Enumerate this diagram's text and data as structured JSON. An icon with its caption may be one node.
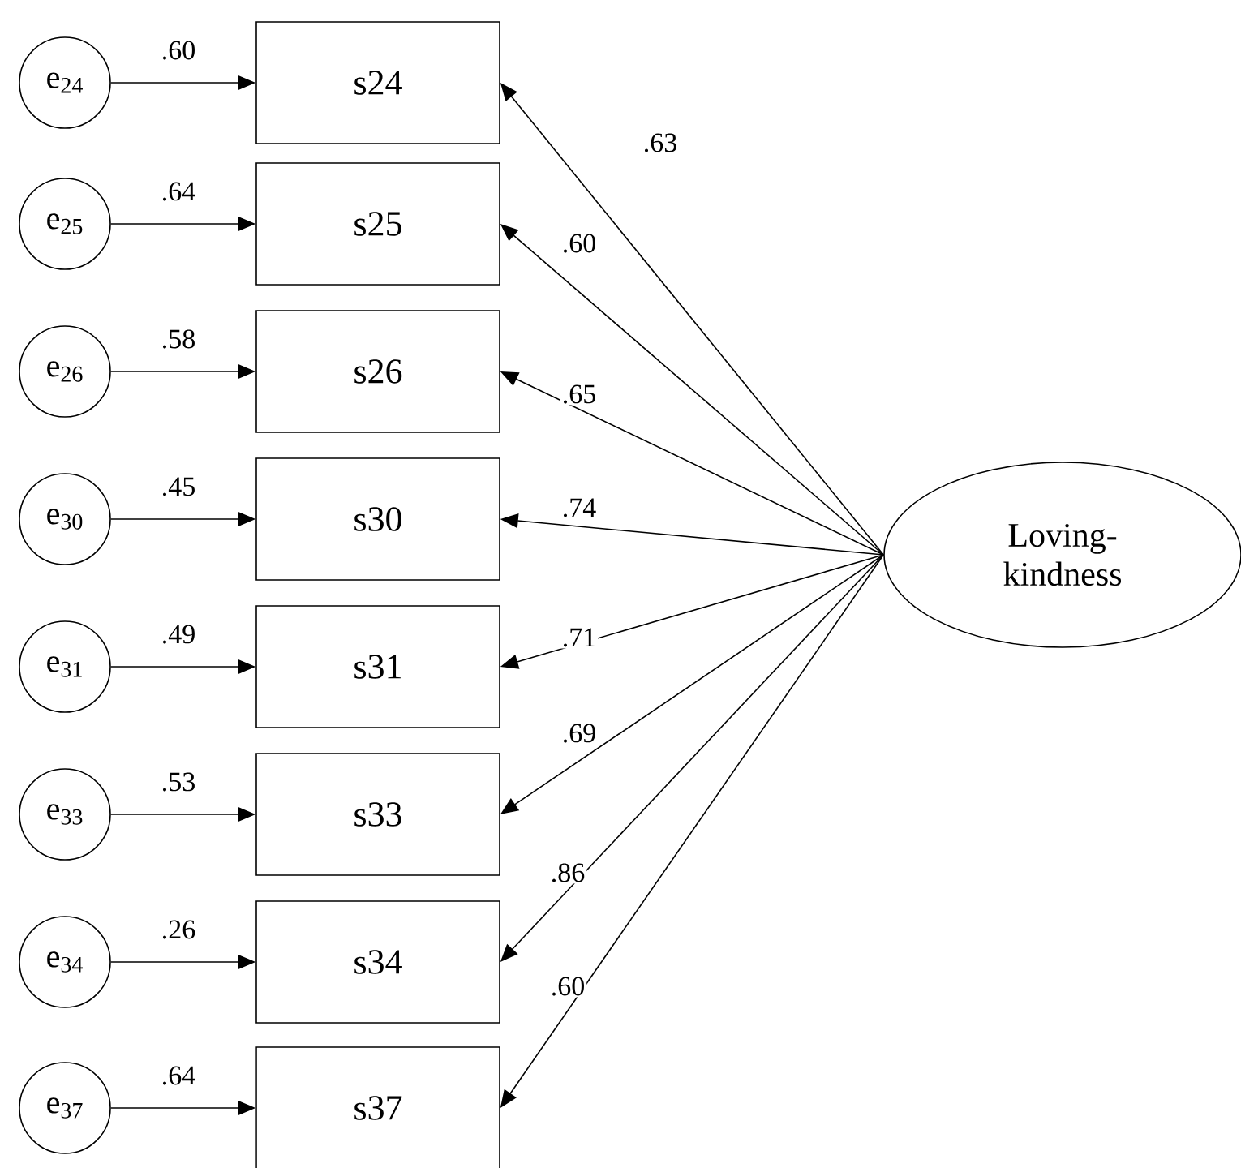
{
  "diagram": {
    "nodes": [
      {
        "text": [
          "e$_{24}$"
        ]
      },
      {
        "text": [
          "s24"
        ]
      },
      {
        "text": [
          "e$_{25}$"
        ]
      },
      {
        "text": [
          "s25"
        ]
      },
      {
        "text": [
          "e$_{26}$"
        ]
      },
      {
        "text": [
          "s26"
        ]
      },
      {
        "text": [
          "e$_{30}$"
        ]
      },
      {
        "text": [
          "s30"
        ]
      },
      {
        "text": [
          "e$_{31}$"
        ]
      },
      {
        "text": [
          "s31"
        ]
      },
      {
        "text": [
          "e$_{33}$"
        ]
      },
      {
        "text": [
          "s33"
        ]
      },
      {
        "text": [
          "e$_{34}$"
        ]
      },
      {
        "text": [
          "s34"
        ]
      },
      {
        "text": [
          "e$_{37}$"
        ]
      },
      {
        "text": [
          "s37"
        ]
      },
      {
        "text": [
          "Loving-kindness"
        ]
      }
    ],
    "edges": [
      {
        "from": 0,
        "to": 1,
        "arrow": "to",
        "label": ".60"
      },
      {
        "from": 2,
        "to": 3,
        "arrow": "to",
        "label": ".64"
      },
      {
        "from": 4,
        "to": 5,
        "arrow": "to",
        "label": ".58"
      },
      {
        "from": 6,
        "to": 7,
        "arrow": "to",
        "label": ".45"
      },
      {
        "from": 8,
        "to": 9,
        "arrow": "to",
        "label": ".49"
      },
      {
        "from": 10,
        "to": 11,
        "arrow": "to",
        "label": ".53"
      },
      {
        "from": 12,
        "to": 13,
        "arrow": "to",
        "label": ".26"
      },
      {
        "from": 14,
        "to": 15,
        "arrow": "to",
        "label": ".64"
      },
      {
        "from": 16,
        "to": 1,
        "arrow": "to",
        "label": ".63"
      },
      {
        "from": 16,
        "to": 3,
        "arrow": "to",
        "label": ".60"
      },
      {
        "from": 16,
        "to": 5,
        "arrow": "to",
        "label": ".65"
      },
      {
        "from": 16,
        "to": 7,
        "arrow": "to",
        "label": ".74"
      },
      {
        "from": 16,
        "to": 9,
        "arrow": "to",
        "label": ".71"
      },
      {
        "from": 16,
        "to": 11,
        "arrow": "to",
        "label": ".69"
      },
      {
        "from": 16,
        "to": 13,
        "arrow": "to",
        "label": ".86"
      },
      {
        "from": 16,
        "to": 15,
        "arrow": "to",
        "label": ".60"
      }
    ]
  }
}
